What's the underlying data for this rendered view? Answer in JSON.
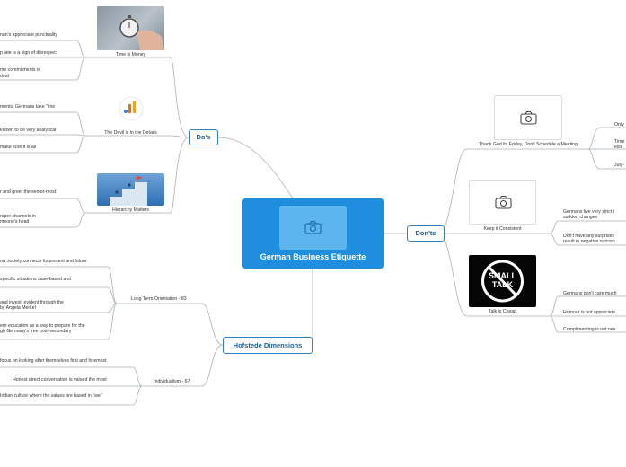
{
  "central": {
    "title": "German Business Etiquette",
    "image_icon": "camera-icon"
  },
  "branches": {
    "dos": {
      "label": "Do's"
    },
    "donts": {
      "label": "Don'ts"
    },
    "hofstede": {
      "label": "Hofstede Dimensions"
    }
  },
  "dos": {
    "time": {
      "label": "Time is Money",
      "children": [
        "nan's appreciate punctuality",
        "p late is a sign of disrespect",
        "me commitments is",
        "deal"
      ]
    },
    "details": {
      "label": "The Devil is in the Details",
      "children": [
        "ments, Germans take \"fine",
        "known to be very analytical",
        "make sure it is all"
      ]
    },
    "hierarchy": {
      "label": "Hierarchy Matters",
      "children": [
        "r and greet the senior-most",
        "roper channels in",
        "meone's head"
      ]
    }
  },
  "donts": {
    "friday": {
      "label": "Thank God its Friday, Don't Schedule a Meeting",
      "children": [
        "Only",
        "Time",
        "else",
        "July-"
      ]
    },
    "consistent": {
      "label": "Keep it Consistent",
      "children": [
        "Germans live very strict r",
        "sudden changes",
        "Don't have any surprises",
        "result in negative outcom"
      ]
    },
    "talk": {
      "label": "Talk is Cheap",
      "image_text": [
        "SMALL",
        "TALK"
      ],
      "children": [
        "Germans don't care much",
        "Humour is not appreciate",
        "Complimenting is not nea"
      ]
    }
  },
  "hofstede": {
    "lto": {
      "label": "Long Term Orientation - 83",
      "children": [
        "ow society connects its present and future",
        "specific situations case-based and",
        "and invest, evident through the",
        "by Angela Merkel",
        "ern education as a way to prepare for the",
        "gh Germany's free post-secondary"
      ]
    },
    "ind": {
      "label": "Individualism - 67",
      "children": [
        "focus on looking after themselves first and foremost",
        "Honest direct conversation is valued the most",
        "Indian culture where the values are based in \"we\""
      ]
    }
  }
}
